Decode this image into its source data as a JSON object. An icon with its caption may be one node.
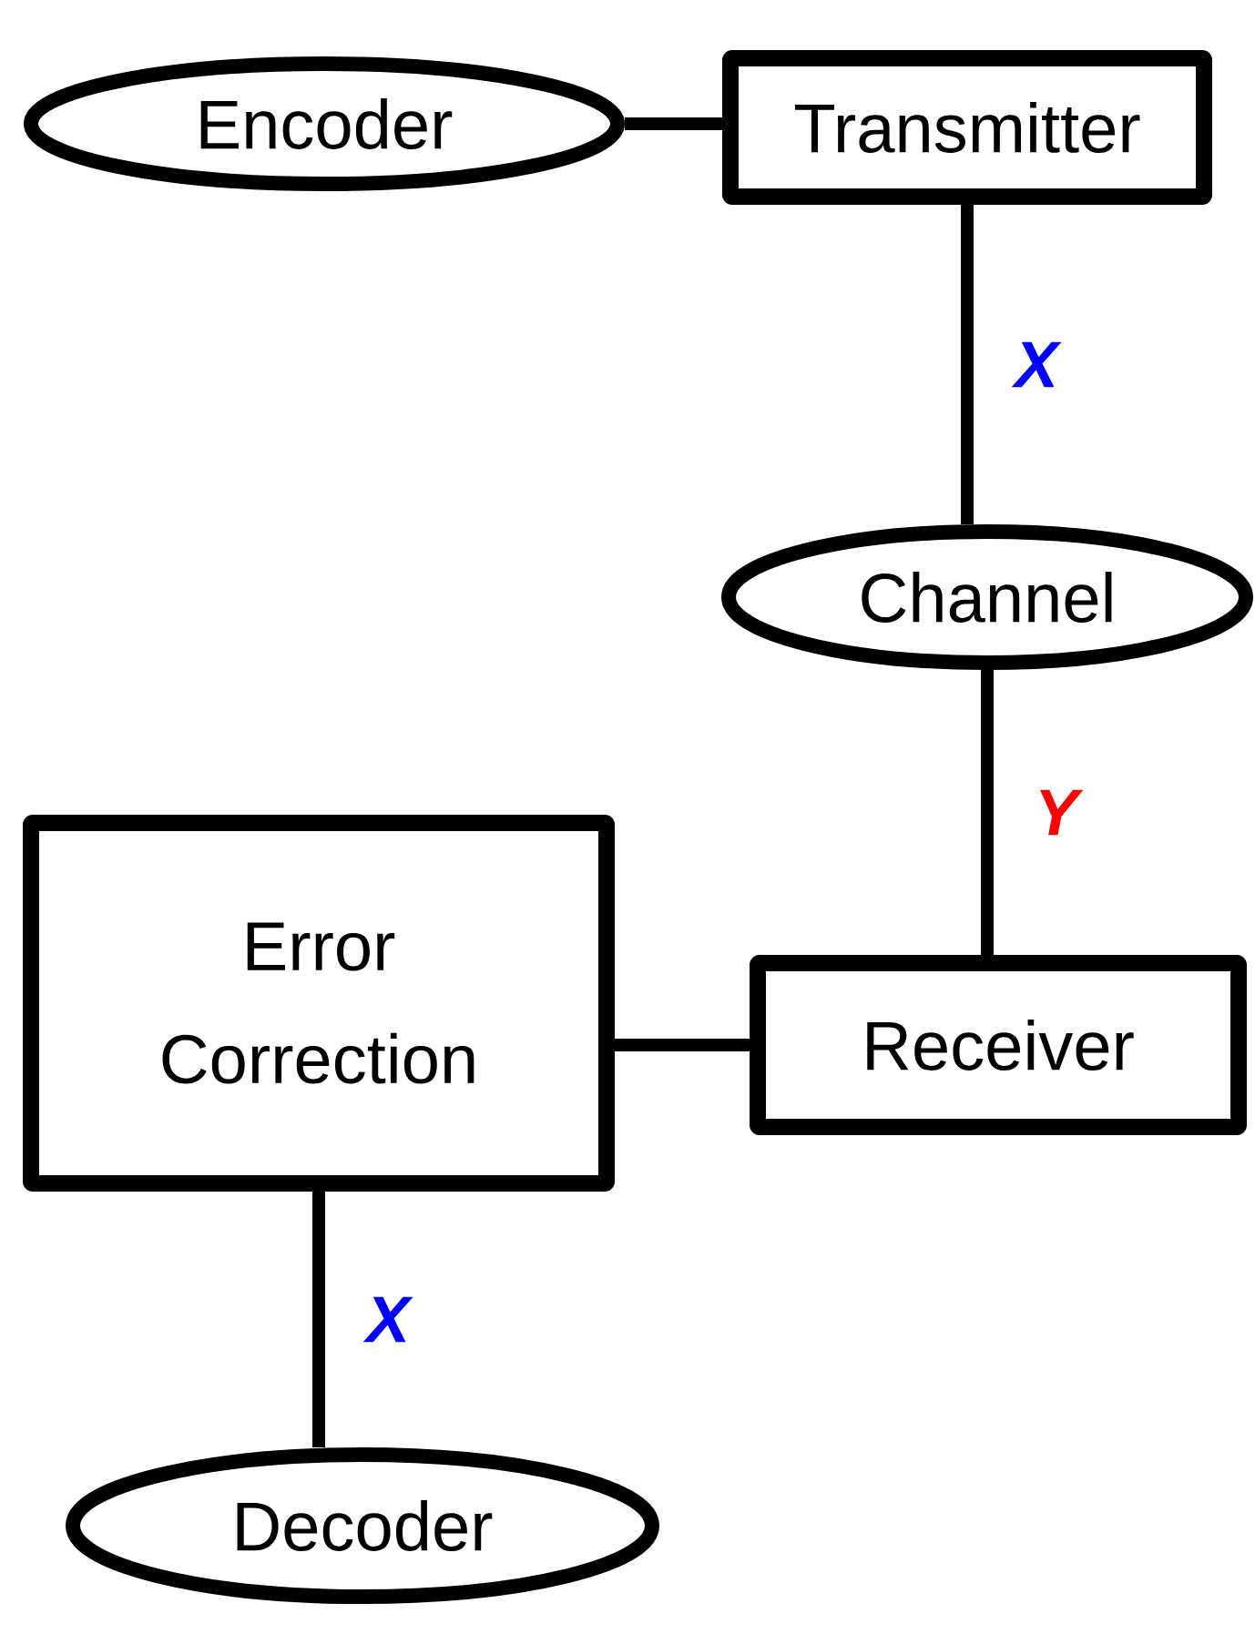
{
  "diagram": {
    "nodes": [
      {
        "text": [
          "Encoder"
        ]
      },
      {
        "text": [
          "Transmitter"
        ]
      },
      {
        "text": [
          "Channel"
        ]
      },
      {
        "text": [
          "Error Correction"
        ]
      },
      {
        "text": [
          "Receiver"
        ]
      },
      {
        "text": [
          "Decoder"
        ]
      }
    ],
    "edges": [
      {
        "from": 0,
        "to": 1,
        "arrow": "none"
      },
      {
        "from": 1,
        "to": 2,
        "arrow": "none",
        "label": "X"
      },
      {
        "from": 2,
        "to": 4,
        "arrow": "none",
        "label": "Y"
      },
      {
        "from": 4,
        "to": 3,
        "arrow": "none"
      },
      {
        "from": 3,
        "to": 5,
        "arrow": "none",
        "label": "X"
      }
    ]
  }
}
